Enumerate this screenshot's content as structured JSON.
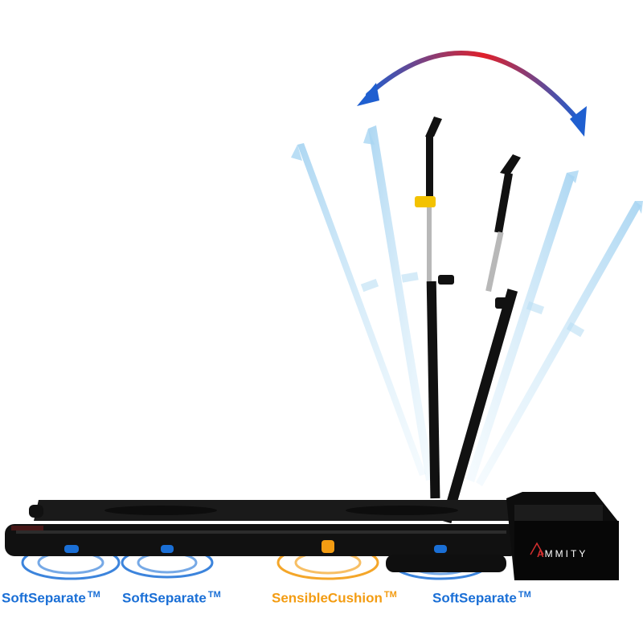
{
  "brand": {
    "prefix": "A",
    "name": "MMITY"
  },
  "labels": [
    {
      "text": "SoftSeparate",
      "tm": "TM",
      "color": "#1a6fd6"
    },
    {
      "text": "SoftSeparate",
      "tm": "TM",
      "color": "#1a6fd6"
    },
    {
      "text": "SensibleCushion",
      "tm": "TM",
      "color": "#f39c12"
    },
    {
      "text": "SoftSeparate",
      "tm": "TM",
      "color": "#1a6fd6"
    }
  ],
  "colors": {
    "blue_accent": "#1a6fd6",
    "orange_accent": "#f39c12",
    "arrow_red": "#e0202a",
    "arrow_blue": "#1f5fd0",
    "frame": "#111111"
  }
}
